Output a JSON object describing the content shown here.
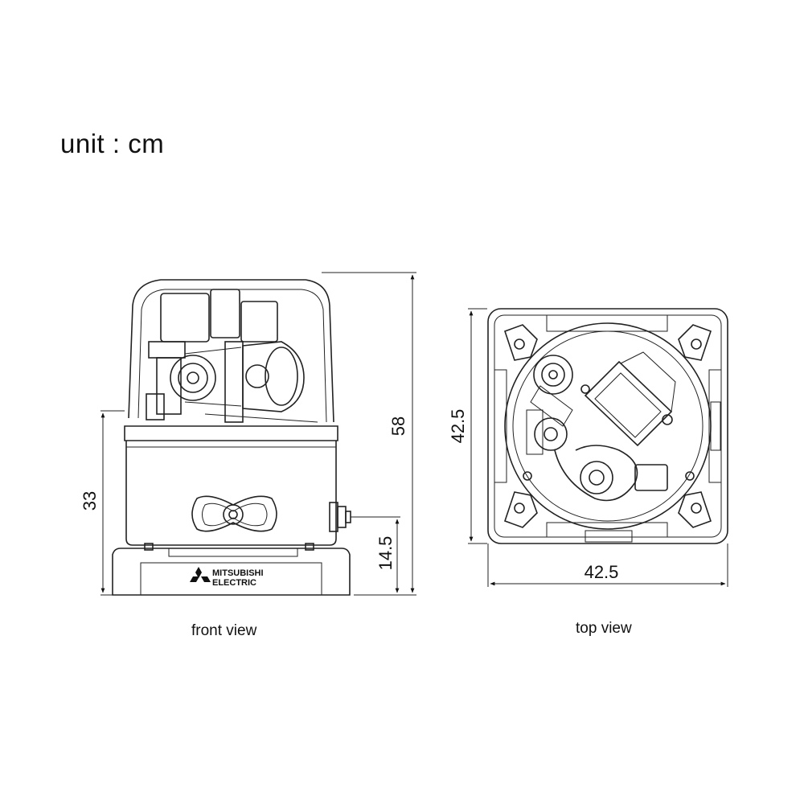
{
  "unit_label": "unit : cm",
  "front_view": {
    "caption": "front view",
    "dimensions": {
      "total_height": "58",
      "base_height": "33",
      "outlet_height": "14.5"
    },
    "brand_line1": "MITSUBISHI",
    "brand_line2": "ELECTRIC"
  },
  "top_view": {
    "caption": "top view",
    "dimensions": {
      "depth": "42.5",
      "width": "42.5"
    }
  }
}
